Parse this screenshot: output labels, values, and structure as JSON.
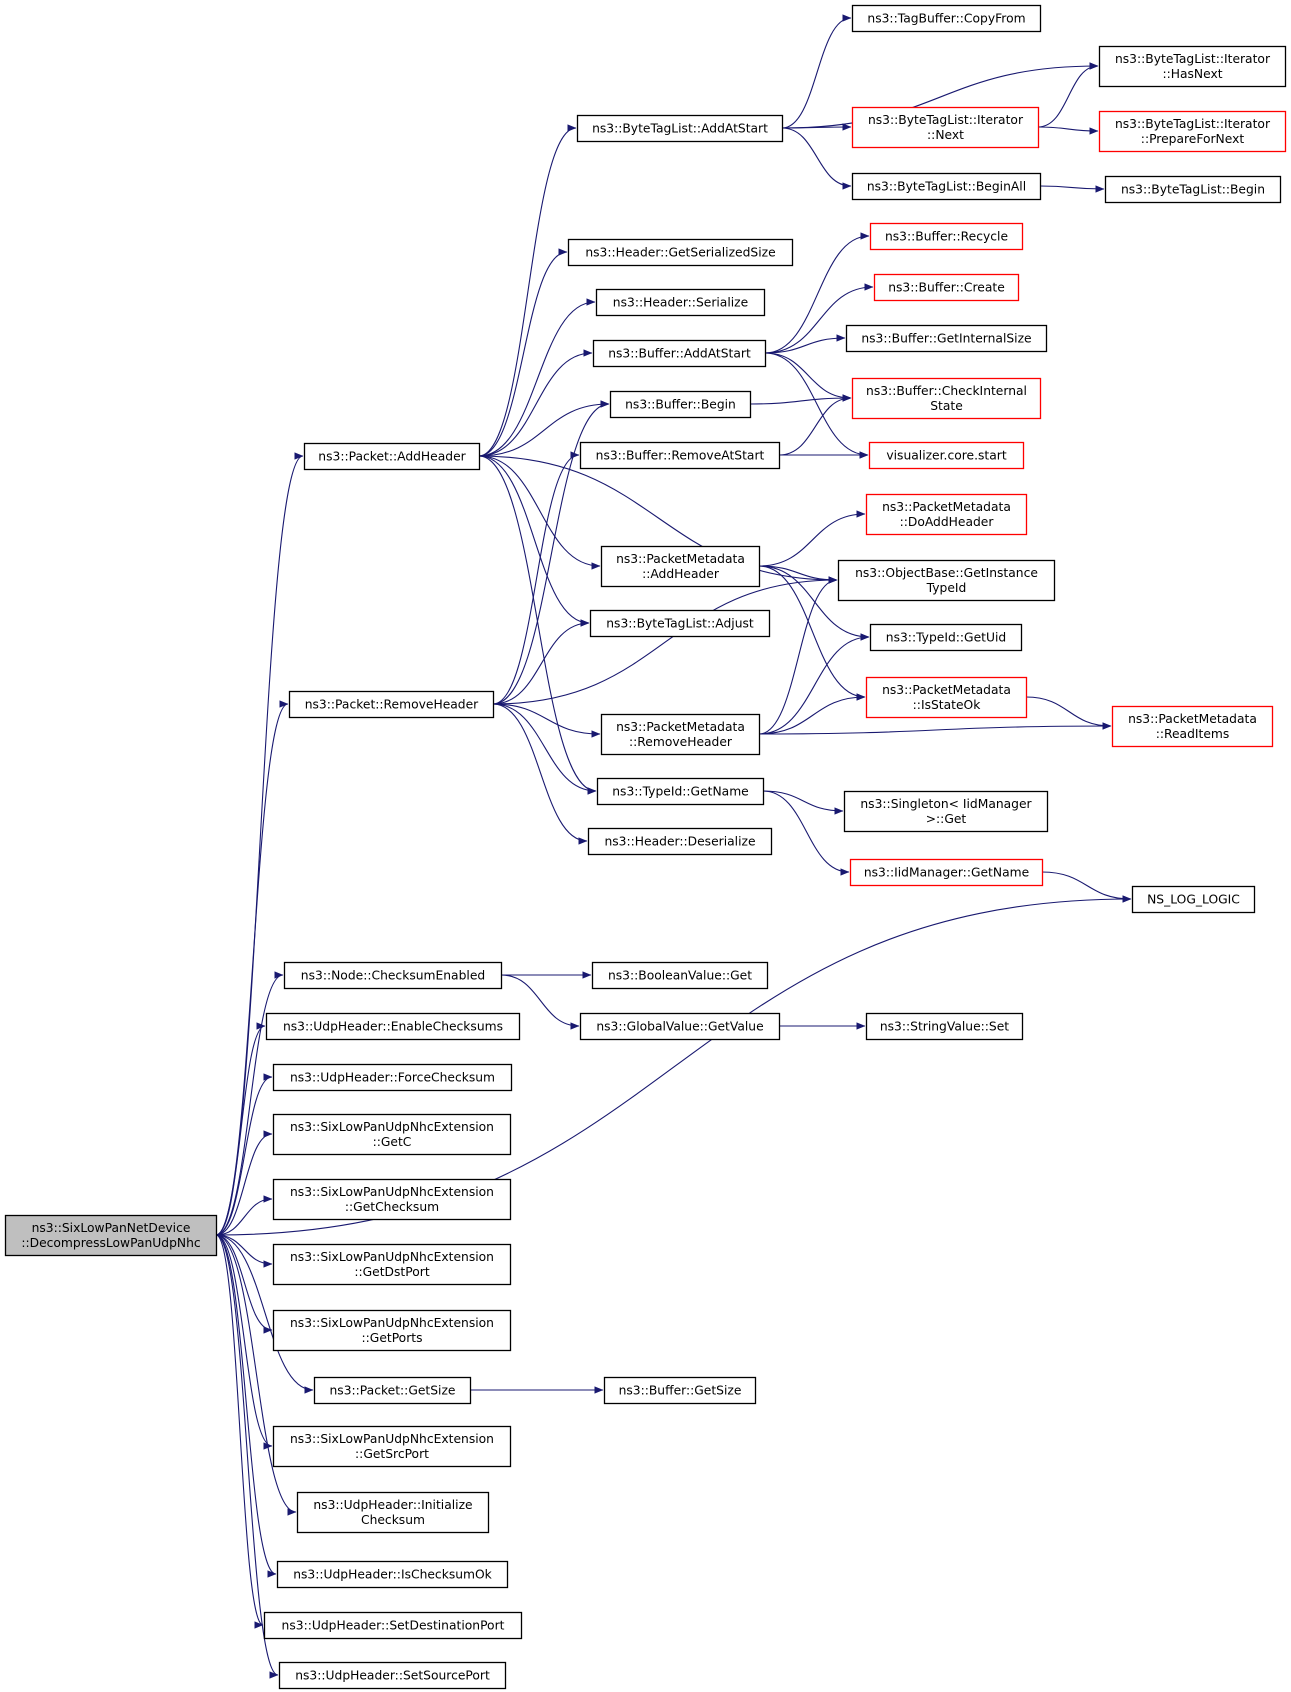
{
  "diagram": {
    "type": "call-graph",
    "colors": {
      "edge": "#191970",
      "incomplete_border": "#ff0000",
      "root_fill": "#bfbfbf",
      "border": "#000000"
    },
    "nodes": [
      {
        "id": "root",
        "lines": [
          "ns3::SixLowPanNetDevice",
          "::DecompressLowPanUdpNhc"
        ],
        "style": "root"
      },
      {
        "id": "addheader",
        "lines": [
          "ns3::Packet::AddHeader"
        ],
        "style": "normal"
      },
      {
        "id": "removeheader",
        "lines": [
          "ns3::Packet::RemoveHeader"
        ],
        "style": "normal"
      },
      {
        "id": "nslog",
        "lines": [
          "NS_LOG_LOGIC"
        ],
        "style": "normal"
      },
      {
        "id": "checksumenabled",
        "lines": [
          "ns3::Node::ChecksumEnabled"
        ],
        "style": "normal"
      },
      {
        "id": "enablechecksums",
        "lines": [
          "ns3::UdpHeader::EnableChecksums"
        ],
        "style": "normal"
      },
      {
        "id": "forcechecksum",
        "lines": [
          "ns3::UdpHeader::ForceChecksum"
        ],
        "style": "normal"
      },
      {
        "id": "getc",
        "lines": [
          "ns3::SixLowPanUdpNhcExtension",
          "::GetC"
        ],
        "style": "normal"
      },
      {
        "id": "getchecksum",
        "lines": [
          "ns3::SixLowPanUdpNhcExtension",
          "::GetChecksum"
        ],
        "style": "normal"
      },
      {
        "id": "getdstport",
        "lines": [
          "ns3::SixLowPanUdpNhcExtension",
          "::GetDstPort"
        ],
        "style": "normal"
      },
      {
        "id": "getports",
        "lines": [
          "ns3::SixLowPanUdpNhcExtension",
          "::GetPorts"
        ],
        "style": "normal"
      },
      {
        "id": "packetgetsize",
        "lines": [
          "ns3::Packet::GetSize"
        ],
        "style": "normal"
      },
      {
        "id": "getsrcport",
        "lines": [
          "ns3::SixLowPanUdpNhcExtension",
          "::GetSrcPort"
        ],
        "style": "normal"
      },
      {
        "id": "initchecksum",
        "lines": [
          "ns3::UdpHeader::Initialize",
          "Checksum"
        ],
        "style": "normal"
      },
      {
        "id": "ischecksumok",
        "lines": [
          "ns3::UdpHeader::IsChecksumOk"
        ],
        "style": "normal"
      },
      {
        "id": "setdstport",
        "lines": [
          "ns3::UdpHeader::SetDestinationPort"
        ],
        "style": "normal"
      },
      {
        "id": "setsrcport",
        "lines": [
          "ns3::UdpHeader::SetSourcePort"
        ],
        "style": "normal"
      },
      {
        "id": "btl_addatstart",
        "lines": [
          "ns3::ByteTagList::AddAtStart"
        ],
        "style": "normal"
      },
      {
        "id": "hdr_getsersize",
        "lines": [
          "ns3::Header::GetSerializedSize"
        ],
        "style": "normal"
      },
      {
        "id": "hdr_serialize",
        "lines": [
          "ns3::Header::Serialize"
        ],
        "style": "normal"
      },
      {
        "id": "buf_addatstart",
        "lines": [
          "ns3::Buffer::AddAtStart"
        ],
        "style": "normal"
      },
      {
        "id": "buf_begin",
        "lines": [
          "ns3::Buffer::Begin"
        ],
        "style": "normal"
      },
      {
        "id": "buf_removeatstart",
        "lines": [
          "ns3::Buffer::RemoveAtStart"
        ],
        "style": "normal"
      },
      {
        "id": "pm_addheader",
        "lines": [
          "ns3::PacketMetadata",
          "::AddHeader"
        ],
        "style": "normal"
      },
      {
        "id": "btl_adjust",
        "lines": [
          "ns3::ByteTagList::Adjust"
        ],
        "style": "normal"
      },
      {
        "id": "pm_removeheader",
        "lines": [
          "ns3::PacketMetadata",
          "::RemoveHeader"
        ],
        "style": "normal"
      },
      {
        "id": "typeid_getname",
        "lines": [
          "ns3::TypeId::GetName"
        ],
        "style": "normal"
      },
      {
        "id": "hdr_deserialize",
        "lines": [
          "ns3::Header::Deserialize"
        ],
        "style": "normal"
      },
      {
        "id": "boolval_get",
        "lines": [
          "ns3::BooleanValue::Get"
        ],
        "style": "normal"
      },
      {
        "id": "gv_getvalue",
        "lines": [
          "ns3::GlobalValue::GetValue"
        ],
        "style": "normal"
      },
      {
        "id": "buf_getsize",
        "lines": [
          "ns3::Buffer::GetSize"
        ],
        "style": "normal"
      },
      {
        "id": "tb_copyfrom",
        "lines": [
          "ns3::TagBuffer::CopyFrom"
        ],
        "style": "normal"
      },
      {
        "id": "btli_next",
        "lines": [
          "ns3::ByteTagList::Iterator",
          "::Next"
        ],
        "style": "red"
      },
      {
        "id": "btl_beginall",
        "lines": [
          "ns3::ByteTagList::BeginAll"
        ],
        "style": "normal"
      },
      {
        "id": "buf_recycle",
        "lines": [
          "ns3::Buffer::Recycle"
        ],
        "style": "red"
      },
      {
        "id": "buf_create",
        "lines": [
          "ns3::Buffer::Create"
        ],
        "style": "red"
      },
      {
        "id": "buf_getinternalsize",
        "lines": [
          "ns3::Buffer::GetInternalSize"
        ],
        "style": "normal"
      },
      {
        "id": "buf_checkinternal",
        "lines": [
          "ns3::Buffer::CheckInternal",
          "State"
        ],
        "style": "red"
      },
      {
        "id": "viz_start",
        "lines": [
          "visualizer.core.start"
        ],
        "style": "red"
      },
      {
        "id": "pm_doaddheader",
        "lines": [
          "ns3::PacketMetadata",
          "::DoAddHeader"
        ],
        "style": "red"
      },
      {
        "id": "ob_getinstancetypeid",
        "lines": [
          "ns3::ObjectBase::GetInstance",
          "TypeId"
        ],
        "style": "normal"
      },
      {
        "id": "typeid_getuid",
        "lines": [
          "ns3::TypeId::GetUid"
        ],
        "style": "normal"
      },
      {
        "id": "pm_isstateok",
        "lines": [
          "ns3::PacketMetadata",
          "::IsStateOk"
        ],
        "style": "red"
      },
      {
        "id": "singleton_get",
        "lines": [
          "ns3::Singleton< IidManager",
          ">::Get"
        ],
        "style": "normal"
      },
      {
        "id": "iid_getname",
        "lines": [
          "ns3::IidManager::GetName"
        ],
        "style": "red"
      },
      {
        "id": "sv_set",
        "lines": [
          "ns3::StringValue::Set"
        ],
        "style": "normal"
      },
      {
        "id": "btli_hasnext",
        "lines": [
          "ns3::ByteTagList::Iterator",
          "::HasNext"
        ],
        "style": "normal"
      },
      {
        "id": "btli_preparefornext",
        "lines": [
          "ns3::ByteTagList::Iterator",
          "::PrepareForNext"
        ],
        "style": "red"
      },
      {
        "id": "btl_begin",
        "lines": [
          "ns3::ByteTagList::Begin"
        ],
        "style": "normal"
      },
      {
        "id": "pm_readitems",
        "lines": [
          "ns3::PacketMetadata",
          "::ReadItems"
        ],
        "style": "red"
      }
    ],
    "edges": [
      [
        "root",
        "addheader"
      ],
      [
        "root",
        "removeheader"
      ],
      [
        "root",
        "nslog"
      ],
      [
        "root",
        "checksumenabled"
      ],
      [
        "root",
        "enablechecksums"
      ],
      [
        "root",
        "forcechecksum"
      ],
      [
        "root",
        "getc"
      ],
      [
        "root",
        "getchecksum"
      ],
      [
        "root",
        "getdstport"
      ],
      [
        "root",
        "getports"
      ],
      [
        "root",
        "packetgetsize"
      ],
      [
        "root",
        "getsrcport"
      ],
      [
        "root",
        "initchecksum"
      ],
      [
        "root",
        "ischecksumok"
      ],
      [
        "root",
        "setdstport"
      ],
      [
        "root",
        "setsrcport"
      ],
      [
        "addheader",
        "btl_addatstart"
      ],
      [
        "addheader",
        "hdr_getsersize"
      ],
      [
        "addheader",
        "hdr_serialize"
      ],
      [
        "addheader",
        "buf_addatstart"
      ],
      [
        "addheader",
        "buf_begin"
      ],
      [
        "addheader",
        "pm_addheader"
      ],
      [
        "addheader",
        "btl_adjust"
      ],
      [
        "addheader",
        "typeid_getname"
      ],
      [
        "addheader",
        "ob_getinstancetypeid"
      ],
      [
        "removeheader",
        "buf_begin"
      ],
      [
        "removeheader",
        "buf_removeatstart"
      ],
      [
        "removeheader",
        "btl_adjust"
      ],
      [
        "removeheader",
        "pm_removeheader"
      ],
      [
        "removeheader",
        "typeid_getname"
      ],
      [
        "removeheader",
        "hdr_deserialize"
      ],
      [
        "removeheader",
        "ob_getinstancetypeid"
      ],
      [
        "checksumenabled",
        "boolval_get"
      ],
      [
        "checksumenabled",
        "gv_getvalue"
      ],
      [
        "gv_getvalue",
        "sv_set"
      ],
      [
        "packetgetsize",
        "buf_getsize"
      ],
      [
        "btl_addatstart",
        "tb_copyfrom"
      ],
      [
        "btl_addatstart",
        "btli_hasnext"
      ],
      [
        "btl_addatstart",
        "btli_next"
      ],
      [
        "btl_addatstart",
        "btl_beginall"
      ],
      [
        "btli_next",
        "btli_hasnext"
      ],
      [
        "btli_next",
        "btli_preparefornext"
      ],
      [
        "btl_beginall",
        "btl_begin"
      ],
      [
        "buf_addatstart",
        "buf_recycle"
      ],
      [
        "buf_addatstart",
        "buf_create"
      ],
      [
        "buf_addatstart",
        "buf_getinternalsize"
      ],
      [
        "buf_addatstart",
        "buf_checkinternal"
      ],
      [
        "buf_addatstart",
        "viz_start"
      ],
      [
        "buf_begin",
        "buf_checkinternal"
      ],
      [
        "buf_removeatstart",
        "buf_checkinternal"
      ],
      [
        "buf_removeatstart",
        "viz_start"
      ],
      [
        "pm_addheader",
        "pm_doaddheader"
      ],
      [
        "pm_addheader",
        "ob_getinstancetypeid"
      ],
      [
        "pm_addheader",
        "typeid_getuid"
      ],
      [
        "pm_addheader",
        "pm_isstateok"
      ],
      [
        "pm_removeheader",
        "ob_getinstancetypeid"
      ],
      [
        "pm_removeheader",
        "typeid_getuid"
      ],
      [
        "pm_removeheader",
        "pm_isstateok"
      ],
      [
        "pm_removeheader",
        "pm_readitems"
      ],
      [
        "pm_isstateok",
        "pm_readitems"
      ],
      [
        "typeid_getname",
        "singleton_get"
      ],
      [
        "typeid_getname",
        "iid_getname"
      ],
      [
        "iid_getname",
        "nslog"
      ]
    ]
  }
}
